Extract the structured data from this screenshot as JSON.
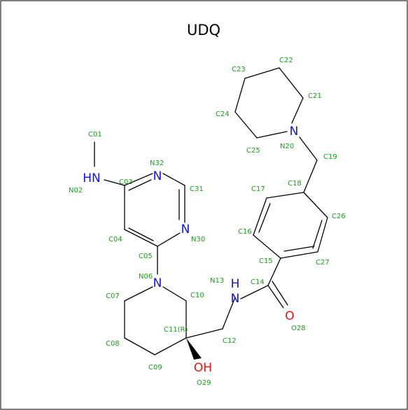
{
  "title": "UDQ",
  "colors": {
    "carbon_label": "#1aa01a",
    "nitrogen": "#1010ee",
    "oxygen": "#ee1010",
    "bond": "#000000"
  },
  "atom_labels": {
    "C01": "C01",
    "N02": "N02",
    "C03": "C03",
    "C04": "C04",
    "C05": "C05",
    "N06": "N06",
    "C07": "C07",
    "C08": "C08",
    "C09": "C09",
    "C10": "C10",
    "C11": "C11(R)",
    "C12": "C12",
    "N13": "N13",
    "C14": "C14",
    "C15": "C15",
    "C16": "C16",
    "C17": "C17",
    "C18": "C18",
    "C19": "C19",
    "N20": "N20",
    "C21": "C21",
    "C22": "C22",
    "C23": "C23",
    "C24": "C24",
    "C25": "C25",
    "C26": "C26",
    "C27": "C27",
    "O28": "O28",
    "O29": "O29",
    "N30": "N30",
    "C31": "C31",
    "N32": "N32"
  },
  "atom_symbols": {
    "N02": "HN",
    "N06": "N",
    "N13": "H",
    "N13b": "N",
    "N20": "N",
    "N30": "N",
    "N32": "N",
    "O28": "O",
    "O29": "OH"
  }
}
